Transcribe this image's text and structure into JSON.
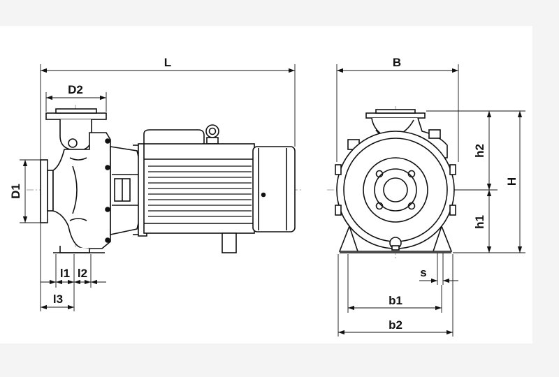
{
  "colors": {
    "background": "#f4f4f4",
    "panel": "#ffffff",
    "line": "#111111",
    "centerline": "#888888"
  },
  "labels": {
    "L": "L",
    "D2": "D2",
    "D1": "D1",
    "l1": "l1",
    "l2": "l2",
    "l3": "l3",
    "B": "B",
    "h2": "h2",
    "h1": "h1",
    "H": "H",
    "s": "s",
    "b1": "b1",
    "b2": "b2"
  }
}
